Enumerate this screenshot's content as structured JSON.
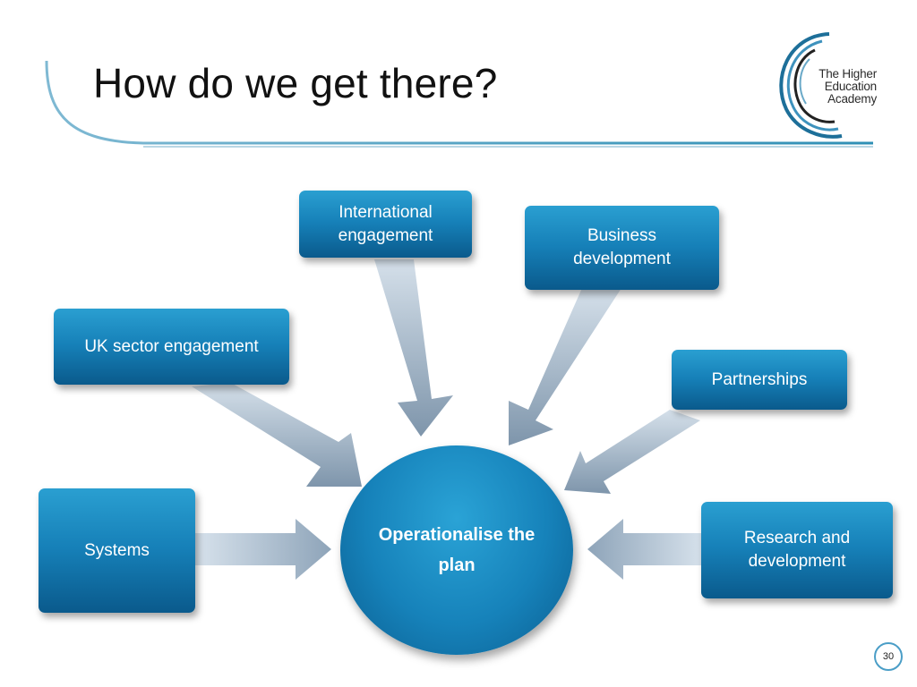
{
  "slide": {
    "title": "How do we get there?",
    "page_number": "30"
  },
  "logo": {
    "line1": "The Higher",
    "line2": "Education",
    "line3": "Academy"
  },
  "diagram": {
    "center": "Operationalise the plan",
    "nodes": {
      "international": "International engagement",
      "business": "Business development",
      "uk_sector": "UK sector engagement",
      "partnerships": "Partnerships",
      "systems": "Systems",
      "research": "Research and development"
    }
  },
  "colors": {
    "node_blue": "#1680b8",
    "arrow_grey_blue": "#8aa2b8",
    "accent_teal": "#2e8fb5"
  }
}
